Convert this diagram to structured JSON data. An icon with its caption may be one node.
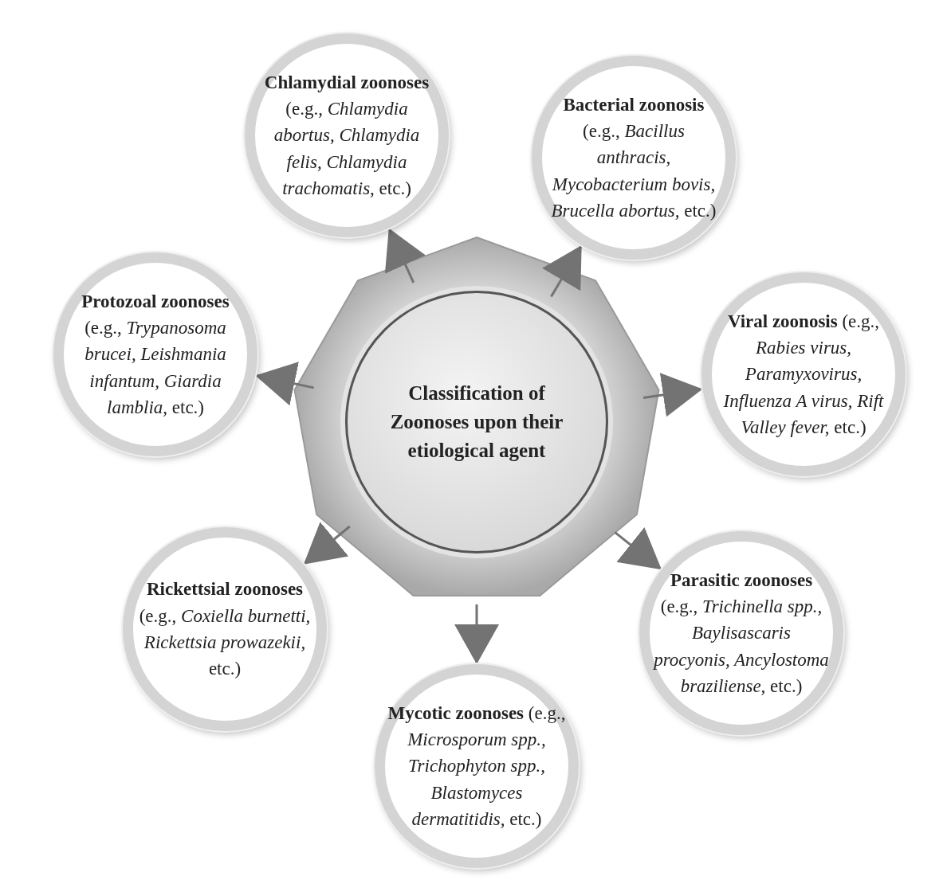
{
  "diagram": {
    "nodes": [
      {
        "text": [
          "Classification of Zoonoses upon their etiological agent"
        ]
      },
      {
        "text": [
          "**Chlamydial zoonoses** (e.g., *Chlamydia abortus, Chlamydia felis, Chlamydia trachomatis,* etc.)"
        ]
      },
      {
        "text": [
          "**Bacterial zoonosis** (e.g., *Bacillus anthracis, Mycobacterium bovis, Brucella abortus,* etc.)"
        ]
      },
      {
        "text": [
          "**Protozoal zoonoses** (e.g., *Trypanosoma brucei, Leishmania infantum, Giardia lamblia,* etc.)"
        ]
      },
      {
        "text": [
          "**Viral zoonosis** (e.g., *Rabies virus, Paramyxovirus, Influenza A virus, Rift Valley fever,* etc.)"
        ]
      },
      {
        "text": [
          "**Rickettsial zoonoses** (e.g., *Coxiella burnetti, Rickettsia prowazekii,* etc.)"
        ]
      },
      {
        "text": [
          "**Parasitic zoonoses** (e.g., *Trichinella spp., Baylisascaris procyonis, Ancylostoma braziliense,* etc.)"
        ]
      },
      {
        "text": [
          "**Mycotic zoonoses** (e.g., *Microsporum spp., Trichophyton spp., Blastomyces dermatitidis,* etc.)"
        ]
      }
    ],
    "edges": [
      {
        "from": 0,
        "to": 1,
        "arrow": "to"
      },
      {
        "from": 0,
        "to": 2,
        "arrow": "to"
      },
      {
        "from": 0,
        "to": 3,
        "arrow": "to"
      },
      {
        "from": 0,
        "to": 4,
        "arrow": "to"
      },
      {
        "from": 0,
        "to": 5,
        "arrow": "to"
      },
      {
        "from": 0,
        "to": 6,
        "arrow": "to"
      },
      {
        "from": 0,
        "to": 7,
        "arrow": "to"
      }
    ]
  }
}
